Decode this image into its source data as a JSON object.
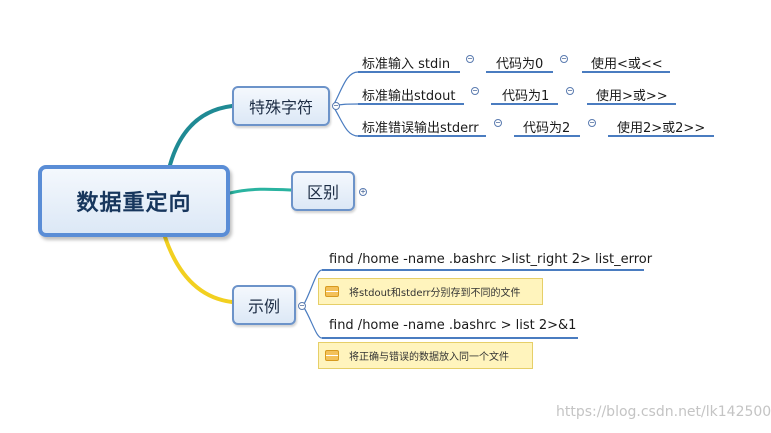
{
  "root": {
    "label": "数据重定向"
  },
  "branches": {
    "special": {
      "label": "特殊字符",
      "rows": [
        {
          "name": "标准输入 stdin",
          "code": "代码为0",
          "usage": "使用<或<<"
        },
        {
          "name": "标准输出stdout",
          "code": "代码为1",
          "usage": "使用>或>>"
        },
        {
          "name": "标准错误输出stderr",
          "code": "代码为2",
          "usage": "使用2>或2>>"
        }
      ]
    },
    "difference": {
      "label": "区别"
    },
    "examples": {
      "label": "示例",
      "items": [
        {
          "command": "find /home -name .bashrc >list_right 2> list_error",
          "note": "将stdout和stderr分别存到不同的文件"
        },
        {
          "command": "find /home -name .bashrc > list 2>&1",
          "note": "将正确与错误的数据放入同一个文件"
        }
      ]
    }
  },
  "watermark": "https://blog.csdn.net/lk142500",
  "colors": {
    "link_teal": "#1f8a94",
    "link_yellow": "#f2d020",
    "underline": "#4a7cc0",
    "node_border": "#6c93c9"
  }
}
